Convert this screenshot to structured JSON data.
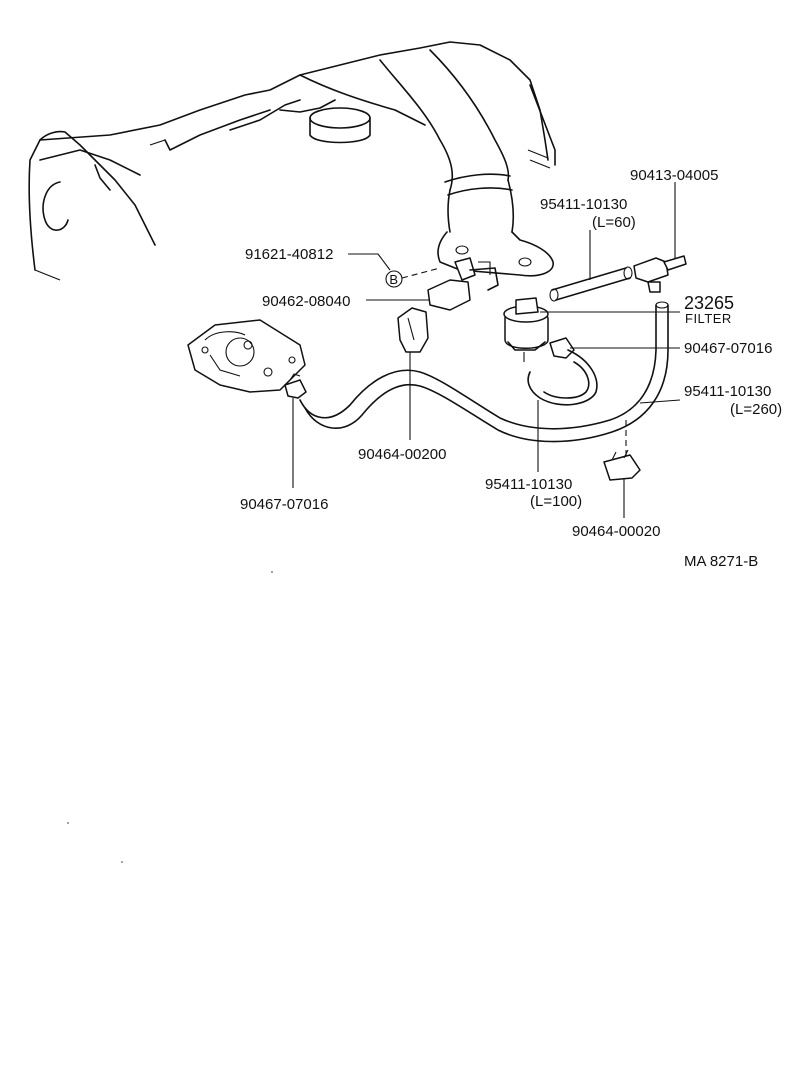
{
  "labels": {
    "p91621": "91621-40812",
    "p90462": "90462-08040",
    "p90413": "90413-04005",
    "p95411_a": "95411-10130",
    "p95411_a_len": "(L=60)",
    "p23265": "23265",
    "filter": "FILTER",
    "p90467_r": "90467-07016",
    "p95411_b": "95411-10130",
    "p95411_b_len": "(L=260)",
    "p90464_a": "90464-00200",
    "p95411_c": "95411-10130",
    "p95411_c_len": "(L=100)",
    "p90464_b": "90464-00020",
    "p90467_l": "90467-07016",
    "bolt_marker": "B",
    "ref": "MA  8271-B"
  },
  "icons": {
    "engine": "engine-block-outline",
    "duct": "air-duct-outline",
    "throttle": "throttle-body-outline",
    "filter": "vsv-filter-outline",
    "clamp": "hose-clamp",
    "vsv": "vacuum-switching-valve"
  },
  "colors": {
    "ink": "#111111",
    "paper": "#ffffff"
  }
}
